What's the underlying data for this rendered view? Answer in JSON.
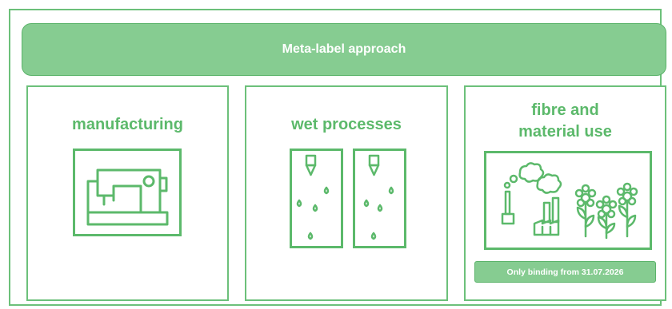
{
  "header": {
    "title": "Meta-label approach"
  },
  "panels": [
    {
      "title": "manufacturing",
      "icon": "sewing-machine-icon"
    },
    {
      "title": "wet processes",
      "icon": "dye-drops-icon"
    },
    {
      "title_line1": "fibre and",
      "title_line2": "material use",
      "icon": "factory-flowers-icon"
    }
  ],
  "note": {
    "text": "Only binding from 31.07.2026"
  },
  "colors": {
    "green": "#5cb96b",
    "banner": "#86cc91",
    "border": "#6cc07a"
  }
}
